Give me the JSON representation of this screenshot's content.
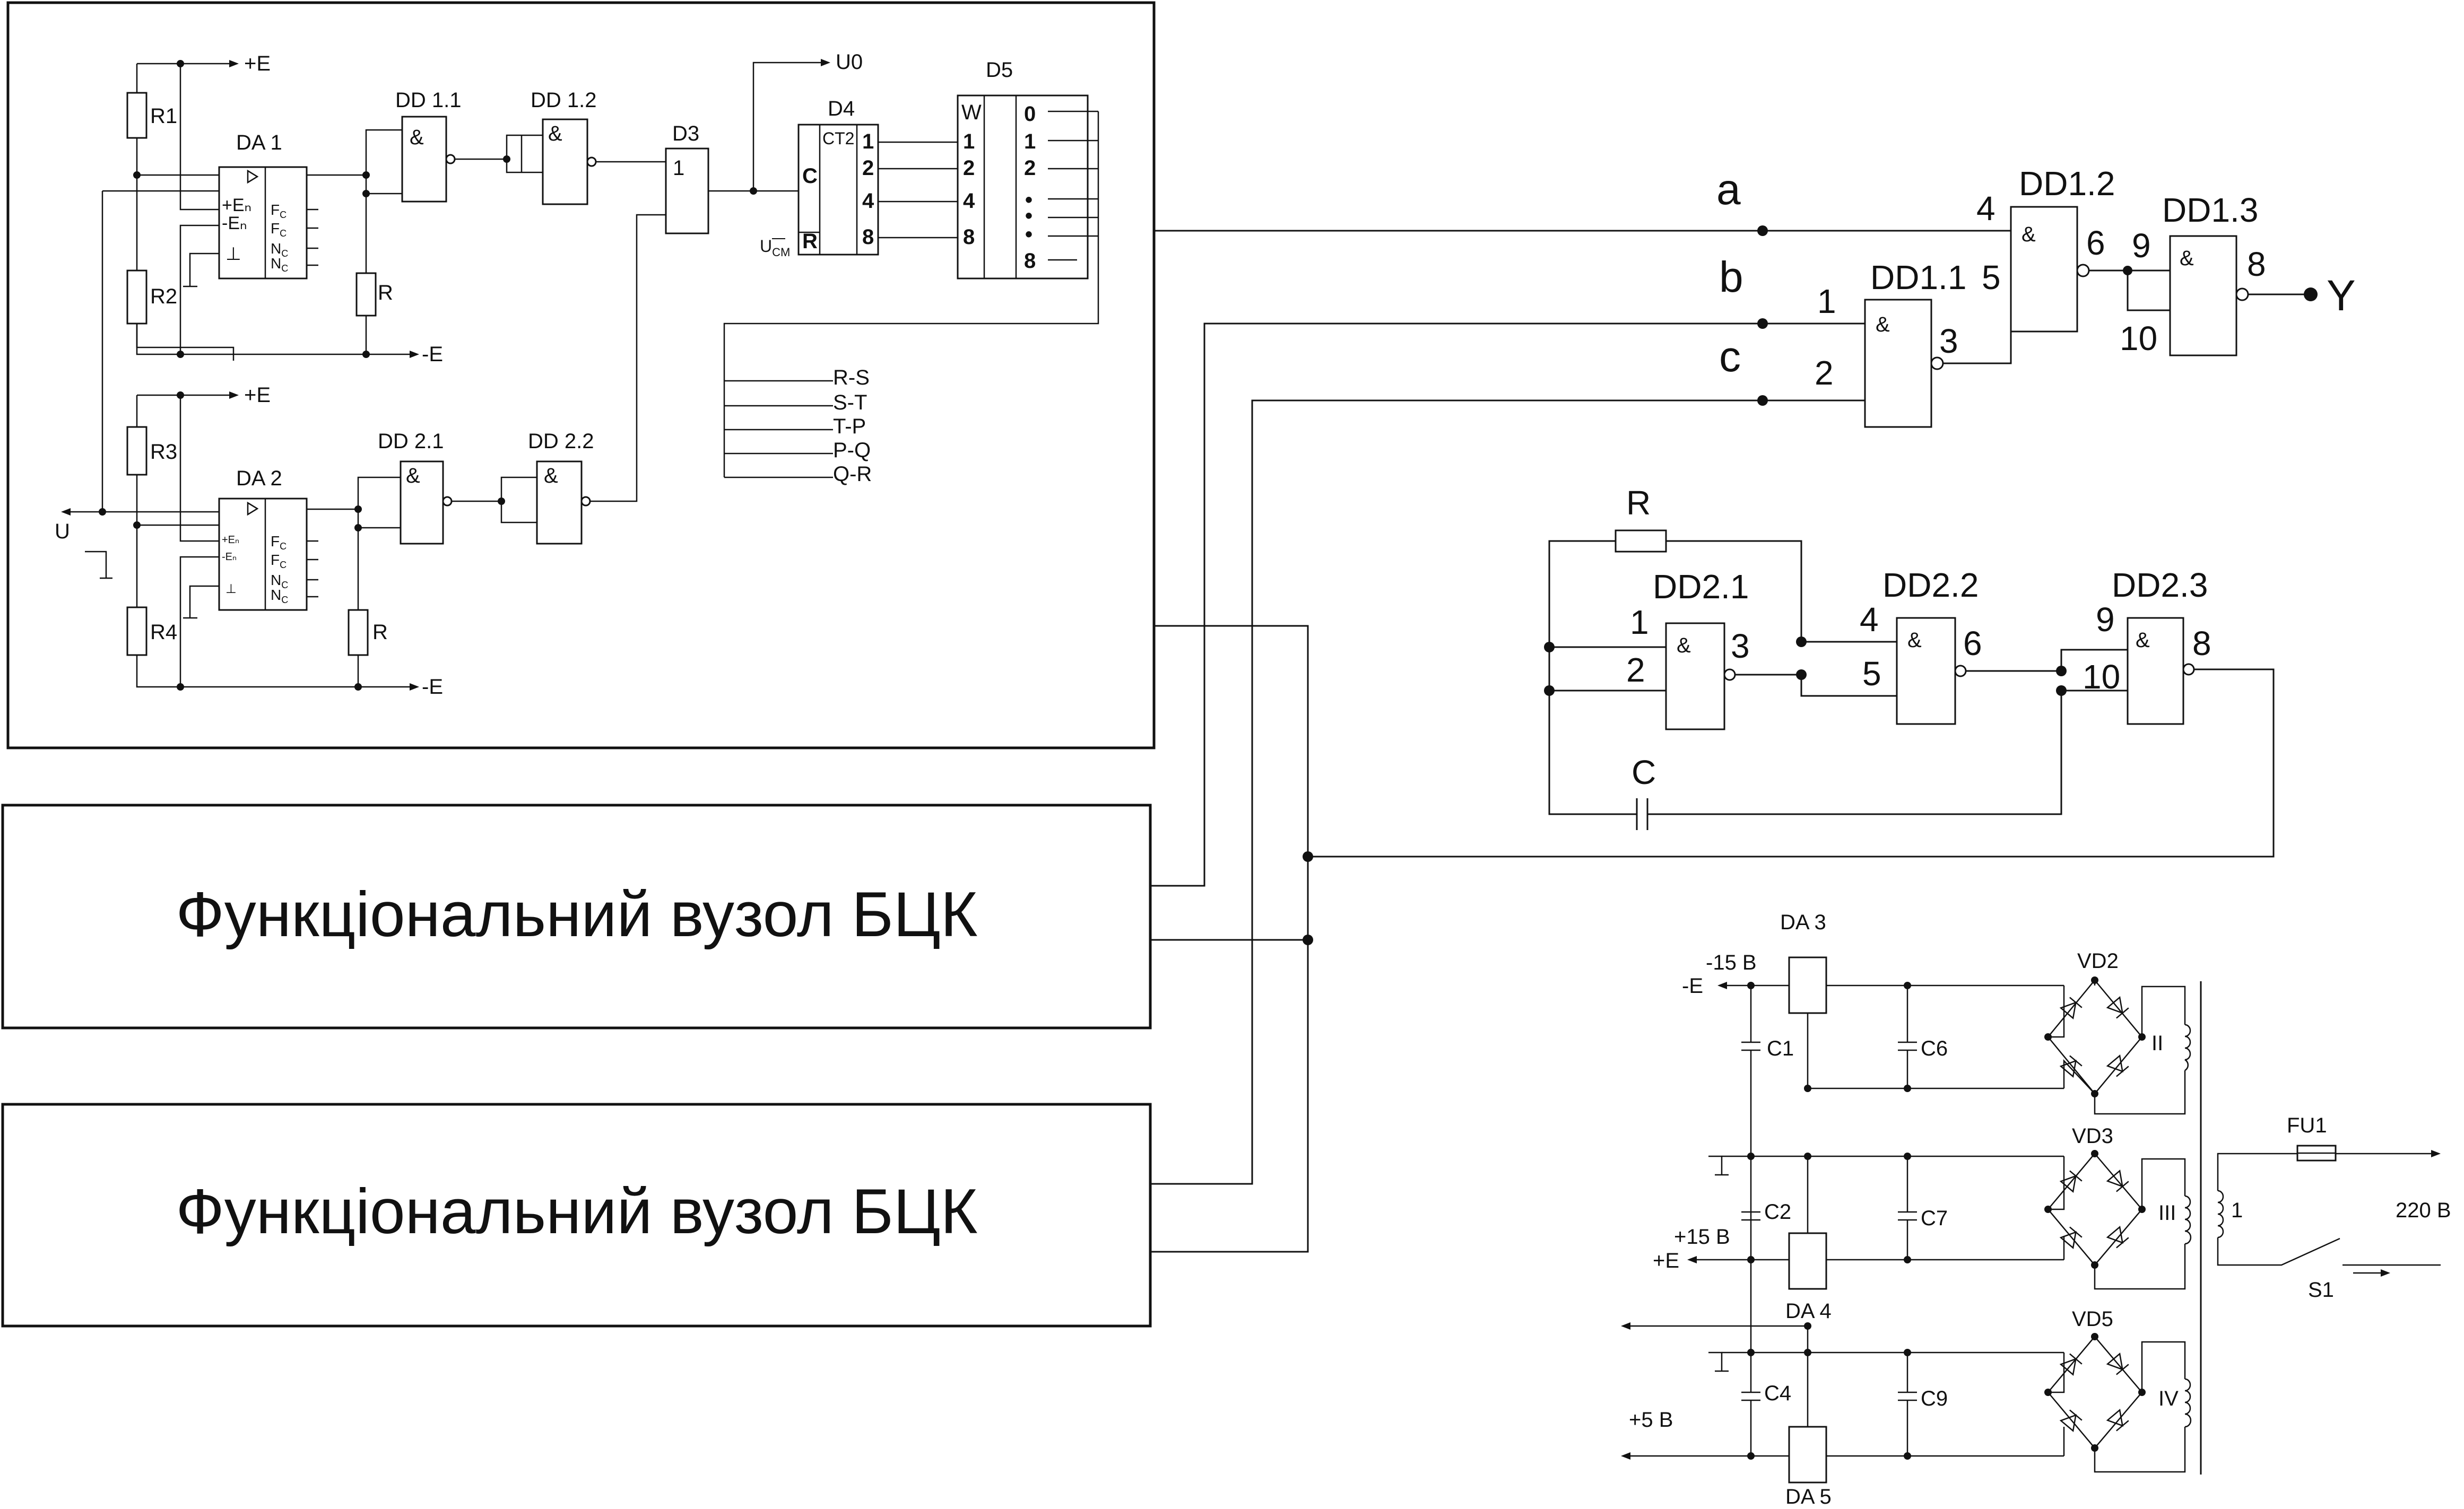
{
  "blocks": [
    {
      "title": "Функціональний вузол БЦК"
    },
    {
      "title": "Функціональний вузол БЦК"
    }
  ],
  "top_block": {
    "supply": {
      "pos": "+E",
      "neg": "-E"
    },
    "input_label": "U",
    "output_label": "U0",
    "resistors": [
      "R1",
      "R2",
      "R3",
      "R4",
      "R",
      "R"
    ],
    "opamps": [
      {
        "name": "DA 1",
        "pins_left": [
          "+Eₙ",
          "-Eₙ",
          "⊥"
        ],
        "pins_right": [
          "F_C",
          "F_C",
          "N_C",
          "N_C"
        ]
      },
      {
        "name": "DA 2",
        "pins_left": [
          "+Eₙ",
          "-Eₙ",
          "⊥"
        ],
        "pins_right": [
          "F_C",
          "F_C",
          "N_C",
          "N_C"
        ]
      }
    ],
    "gates": [
      "DD 1.1",
      "DD 1.2",
      "DD 2.1",
      "DD 2.2"
    ],
    "and_symbol": "&",
    "or_gate": {
      "name": "D3",
      "symbol": "1"
    },
    "counter": {
      "name": "D4",
      "type": "CT2",
      "clock": "C",
      "reset": "R",
      "ucm_main": "U",
      "ucm_sub": "CM",
      "outputs": [
        "1",
        "2",
        "4",
        "8"
      ]
    },
    "decoder": {
      "name": "D5",
      "inputs": [
        "W",
        "1",
        "2",
        "4",
        "8"
      ],
      "outputs": [
        "0",
        "1",
        "2",
        "•",
        "•",
        "•",
        "8"
      ]
    },
    "bus_labels": [
      "R-S",
      "S-T",
      "T-P",
      "P-Q",
      "Q-R"
    ]
  },
  "logic": {
    "inputs": [
      "a",
      "b",
      "c"
    ],
    "gates": [
      {
        "name": "DD1.1",
        "pins": [
          "1",
          "2",
          "3"
        ]
      },
      {
        "name": "DD1.2",
        "pins": [
          "4",
          "5",
          "6"
        ]
      },
      {
        "name": "DD1.3",
        "pins": [
          "9",
          "10",
          "8"
        ]
      }
    ],
    "output": "Y",
    "and_symbol": "&"
  },
  "generator": {
    "resistor": "R",
    "capacitor": "C",
    "gates": [
      {
        "name": "DD2.1",
        "pins": [
          "1",
          "2",
          "3"
        ]
      },
      {
        "name": "DD2.2",
        "pins": [
          "4",
          "5",
          "6"
        ]
      },
      {
        "name": "DD2.3",
        "pins": [
          "9",
          "10",
          "8"
        ]
      }
    ]
  },
  "power_supply": {
    "regulators": [
      "DA 3",
      "DA 4",
      "DA 5"
    ],
    "outputs": [
      {
        "voltage": "-15 В",
        "rail": "-E"
      },
      {
        "voltage": "+15 В",
        "rail": "+E"
      },
      {
        "voltage": "+5 В",
        "rail": ""
      }
    ],
    "capacitors": [
      "C1",
      "C6",
      "C2",
      "C7",
      "C4",
      "C9"
    ],
    "bridges": [
      "VD2",
      "VD3",
      "VD5"
    ],
    "windings": [
      "II",
      "III",
      "IV",
      "1"
    ],
    "fuse": "FU1",
    "switch": "S1",
    "mains": "220 В"
  }
}
